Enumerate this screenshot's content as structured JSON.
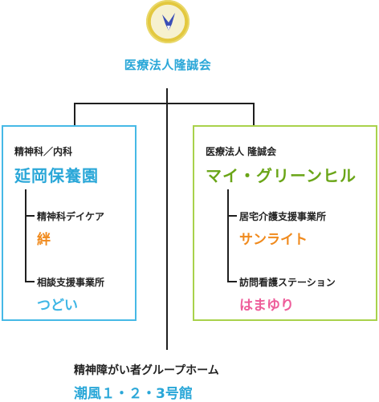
{
  "header": {
    "org": "医療法人隆誠会"
  },
  "left": {
    "dept": "精神科／内科",
    "clinic": "延岡保養園",
    "children": [
      {
        "label": "精神科デイケア",
        "name": "絆"
      },
      {
        "label": "相談支援事業所",
        "name": "つどい"
      }
    ]
  },
  "right": {
    "org": "医療法人 隆誠会",
    "clinic": "マイ・グリーンヒル",
    "children": [
      {
        "label": "居宅介護支援事業所",
        "name": "サンライト"
      },
      {
        "label": "訪問看護ステーション",
        "name": "はまゆり"
      }
    ]
  },
  "bottom": {
    "title": "精神障がい者グループホーム",
    "name": "潮風１・２・3号館"
  },
  "colors": {
    "blue": "#2aa7d8",
    "green": "#a9d24b",
    "orange": "#f08a1d",
    "pink": "#ee5d9a"
  }
}
